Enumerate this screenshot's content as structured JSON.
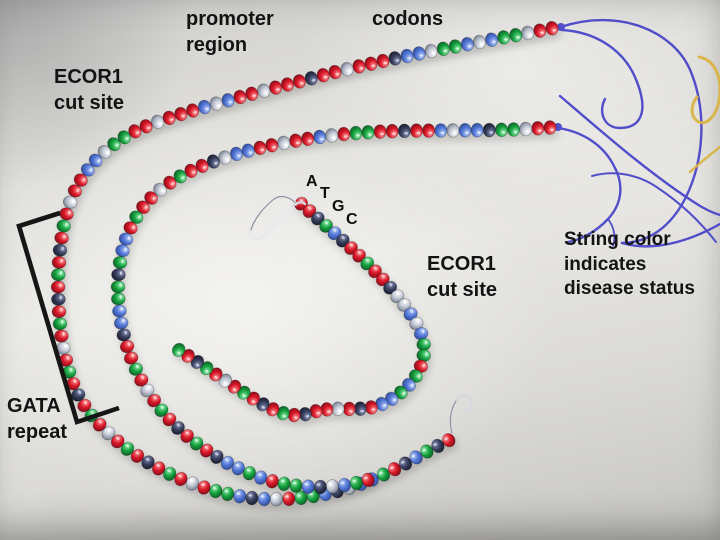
{
  "scene": {
    "description": "photo of beaded DNA model necklace on white table",
    "background_base": "#dfdeda",
    "string_colors": {
      "tie": "#4a46c8",
      "disease": "#d9b343"
    },
    "bracket_color": "#161616"
  },
  "labels": {
    "promoter_region": "promoter\nregion",
    "codons": "codons",
    "ecor1_top": "ECOR1\ncut site",
    "ecor1_mid": "ECOR1\ncut site",
    "string_color_note": "String color\nindicates\ndisease status",
    "gata_repeat": "GATA\nrepeat"
  },
  "bases": {
    "a": "A",
    "t": "T",
    "g": "G",
    "c": "C"
  },
  "bead_palette": {
    "red": {
      "light": "#ff9d9d",
      "core": "#d91828",
      "dark": "#7e0b18"
    },
    "green": {
      "light": "#9af0b4",
      "core": "#17a340",
      "dark": "#0a5a23"
    },
    "blue": {
      "light": "#bcd0f8",
      "core": "#5478d8",
      "dark": "#2a4794"
    },
    "silver": {
      "light": "#ffffff",
      "core": "#c2c8d4",
      "dark": "#6e7686"
    },
    "dark": {
      "light": "#8e96bc",
      "core": "#39405e",
      "dark": "#121728"
    }
  },
  "strands": [
    {
      "id": "outer",
      "path": "strand-outer-path",
      "segments": [
        [
          "red",
          2
        ],
        [
          "silver",
          1
        ],
        [
          "green",
          2
        ],
        [
          "blue",
          1
        ],
        [
          "silver",
          1
        ],
        [
          "blue",
          1
        ],
        [
          "green",
          2
        ],
        [
          "silver",
          1
        ],
        [
          "blue",
          2
        ],
        [
          "dark",
          1
        ],
        [
          "red",
          3
        ],
        [
          "silver",
          1
        ],
        [
          "red",
          2
        ],
        [
          "dark",
          1
        ],
        [
          "red",
          3
        ],
        [
          "silver",
          1
        ],
        [
          "red",
          2
        ],
        [
          "blue",
          1
        ],
        [
          "silver",
          1
        ],
        [
          "blue",
          1
        ],
        [
          "red",
          3
        ],
        [
          "silver",
          1
        ],
        [
          "red",
          2
        ],
        [
          "green",
          2
        ],
        [
          "silver",
          1
        ],
        [
          "blue",
          2
        ],
        [
          "red",
          2
        ],
        [
          "silver",
          1
        ],
        [
          "red",
          1
        ],
        [
          "green",
          1
        ],
        [
          "red",
          1
        ],
        [
          "dark",
          1
        ],
        [
          "red",
          1
        ],
        [
          "green",
          1
        ],
        [
          "red",
          1
        ],
        [
          "dark",
          1
        ],
        [
          "red",
          1
        ],
        [
          "green",
          1
        ],
        [
          "red",
          1
        ],
        [
          "silver",
          1
        ],
        [
          "red",
          1
        ],
        [
          "green",
          1
        ],
        [
          "red",
          1
        ],
        [
          "dark",
          1
        ],
        [
          "red",
          1
        ],
        [
          "green",
          1
        ],
        [
          "red",
          1
        ],
        [
          "silver",
          1
        ],
        [
          "red",
          1
        ],
        [
          "green",
          1
        ],
        [
          "red",
          1
        ],
        [
          "dark",
          1
        ],
        [
          "red",
          1
        ],
        [
          "green",
          1
        ],
        [
          "red",
          1
        ],
        [
          "silver",
          1
        ],
        [
          "red",
          1
        ],
        [
          "green",
          2
        ],
        [
          "blue",
          1
        ],
        [
          "dark",
          1
        ],
        [
          "blue",
          1
        ],
        [
          "silver",
          1
        ],
        [
          "red",
          1
        ],
        [
          "green",
          2
        ],
        [
          "blue",
          1
        ],
        [
          "dark",
          1
        ],
        [
          "silver",
          1
        ],
        [
          "blue",
          1
        ],
        [
          "blue",
          1
        ],
        [
          "green",
          1
        ],
        [
          "red",
          1
        ],
        [
          "dark",
          1
        ],
        [
          "blue",
          1
        ],
        [
          "green",
          1
        ],
        [
          "dark",
          1
        ],
        [
          "red",
          1
        ]
      ]
    },
    {
      "id": "inner",
      "path": "strand-inner-path",
      "segments": [
        [
          "red",
          2
        ],
        [
          "silver",
          1
        ],
        [
          "green",
          2
        ],
        [
          "dark",
          1
        ],
        [
          "blue",
          2
        ],
        [
          "silver",
          1
        ],
        [
          "blue",
          1
        ],
        [
          "red",
          2
        ],
        [
          "dark",
          1
        ],
        [
          "red",
          2
        ],
        [
          "green",
          2
        ],
        [
          "red",
          1
        ],
        [
          "silver",
          1
        ],
        [
          "blue",
          1
        ],
        [
          "red",
          2
        ],
        [
          "silver",
          1
        ],
        [
          "red",
          2
        ],
        [
          "blue",
          2
        ],
        [
          "silver",
          1
        ],
        [
          "dark",
          1
        ],
        [
          "red",
          2
        ],
        [
          "green",
          1
        ],
        [
          "red",
          1
        ],
        [
          "silver",
          1
        ],
        [
          "red",
          2
        ],
        [
          "green",
          1
        ],
        [
          "red",
          1
        ],
        [
          "blue",
          2
        ],
        [
          "green",
          1
        ],
        [
          "dark",
          1
        ],
        [
          "green",
          2
        ],
        [
          "blue",
          2
        ],
        [
          "dark",
          1
        ],
        [
          "red",
          1
        ],
        [
          "red",
          1
        ],
        [
          "green",
          1
        ],
        [
          "red",
          1
        ],
        [
          "silver",
          1
        ],
        [
          "red",
          1
        ],
        [
          "green",
          1
        ],
        [
          "red",
          1
        ],
        [
          "dark",
          1
        ],
        [
          "red",
          1
        ],
        [
          "green",
          1
        ],
        [
          "red",
          1
        ],
        [
          "dark",
          1
        ],
        [
          "blue",
          2
        ],
        [
          "green",
          1
        ],
        [
          "blue",
          1
        ],
        [
          "red",
          1
        ],
        [
          "green",
          2
        ],
        [
          "blue",
          1
        ],
        [
          "dark",
          1
        ],
        [
          "silver",
          1
        ],
        [
          "blue",
          1
        ],
        [
          "green",
          1
        ],
        [
          "red",
          1
        ]
      ]
    },
    {
      "id": "fragment",
      "path": "strand-fragment-path",
      "segments": [
        [
          "red",
          2
        ],
        [
          "dark",
          1
        ],
        [
          "green",
          1
        ],
        [
          "blue",
          1
        ],
        [
          "dark",
          1
        ],
        [
          "red",
          2
        ],
        [
          "green",
          1
        ],
        [
          "red",
          2
        ],
        [
          "dark",
          1
        ],
        [
          "silver",
          2
        ],
        [
          "blue",
          1
        ],
        [
          "silver",
          1
        ],
        [
          "blue",
          1
        ],
        [
          "green",
          2
        ],
        [
          "red",
          1
        ],
        [
          "green",
          1
        ],
        [
          "blue",
          1
        ],
        [
          "green",
          1
        ],
        [
          "blue",
          2
        ],
        [
          "red",
          1
        ],
        [
          "dark",
          1
        ],
        [
          "red",
          1
        ],
        [
          "silver",
          1
        ],
        [
          "red",
          2
        ],
        [
          "dark",
          1
        ],
        [
          "red",
          1
        ],
        [
          "green",
          1
        ],
        [
          "red",
          1
        ],
        [
          "dark",
          1
        ],
        [
          "red",
          1
        ],
        [
          "green",
          1
        ],
        [
          "red",
          1
        ],
        [
          "silver",
          1
        ],
        [
          "red",
          1
        ],
        [
          "green",
          1
        ],
        [
          "dark",
          1
        ],
        [
          "red",
          1
        ],
        [
          "green",
          1
        ]
      ]
    }
  ]
}
